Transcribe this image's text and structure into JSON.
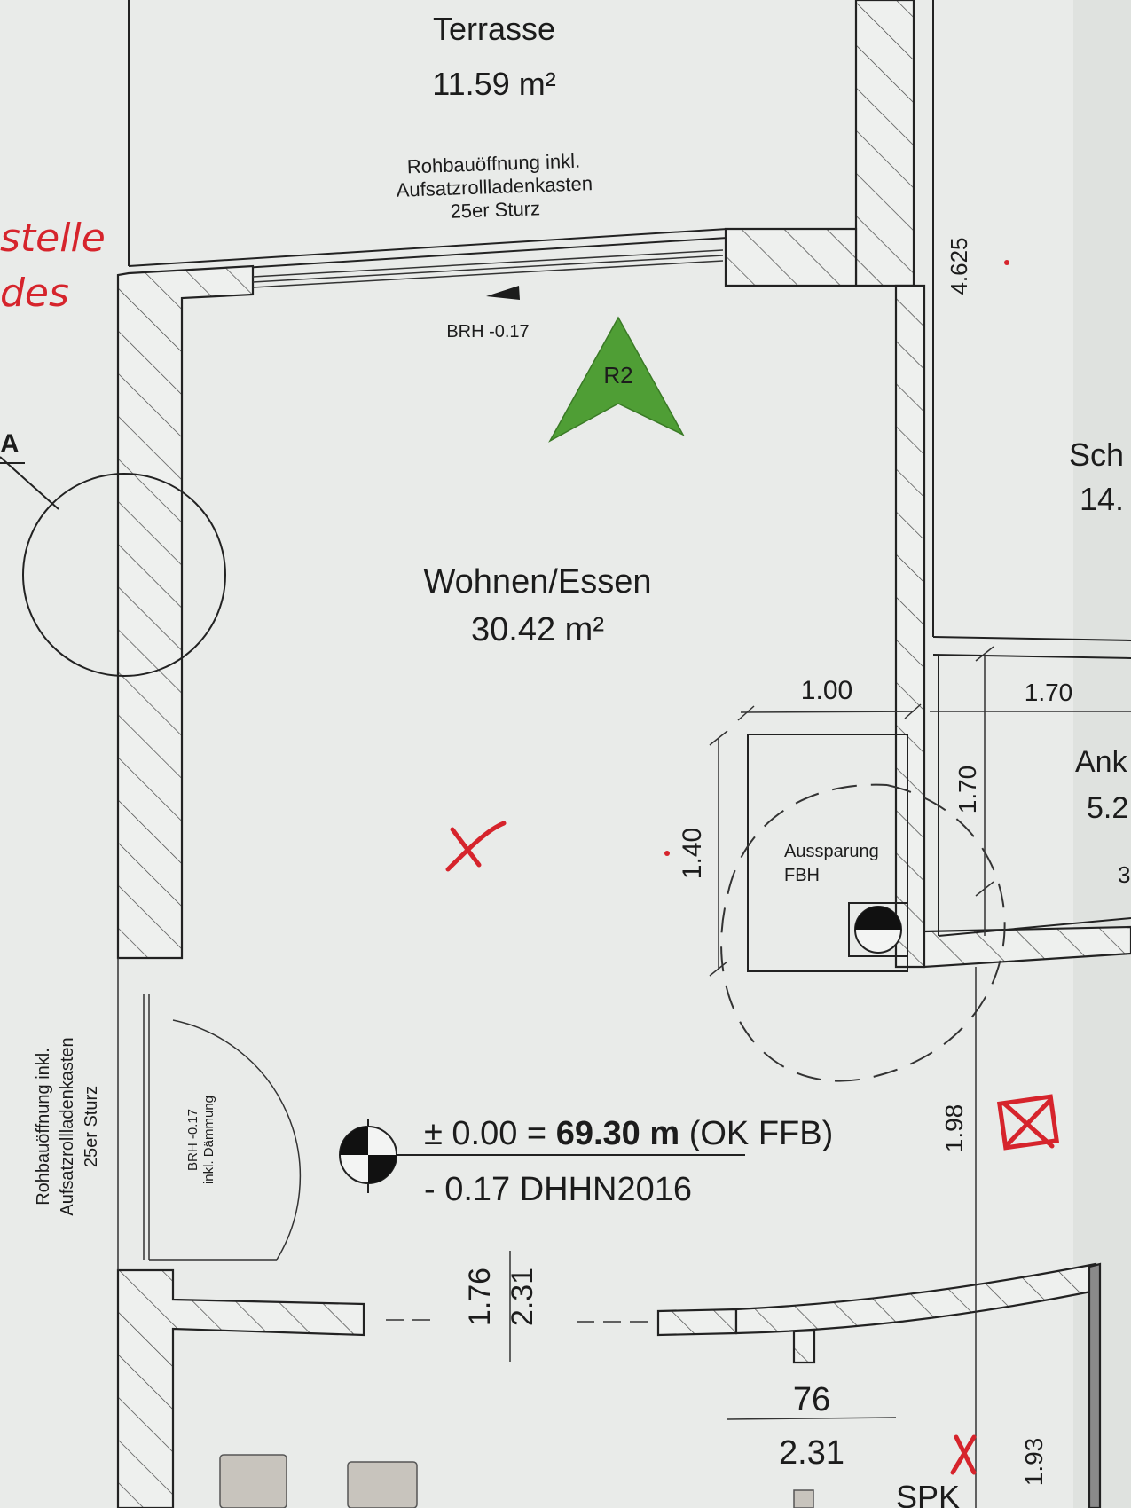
{
  "rooms": {
    "terrasse": {
      "name": "Terrasse",
      "area": "11.59 m²"
    },
    "wohnen": {
      "name": "Wohnen/Essen",
      "area": "30.42 m²"
    },
    "schlafen_partial": {
      "name": "Sch",
      "area": "14."
    },
    "ankleide_partial": {
      "name": "Ank",
      "area": "5.2",
      "extra": "3"
    }
  },
  "notes": {
    "top_opening": [
      "Rohbauöffnung inkl.",
      "Aufsatzrollladenkasten",
      "25er Sturz"
    ],
    "left_opening": [
      "Rohbauöffnung inkl.",
      "Aufsatzrollladenkasten",
      "25er Sturz"
    ],
    "brh_top": "BRH -0.17",
    "brh_left": [
      "BRH -0.17",
      "inkl. Dämmung"
    ],
    "aussparung": [
      "Aussparung",
      "FBH"
    ],
    "section_marker": "A",
    "view_marker": "R2"
  },
  "dimensions": {
    "wall_right": "4.625",
    "niche_width": "1.00",
    "niche_height": "1.40",
    "anbau_width": "1.70",
    "anbau_height": "1.70",
    "right_lower": "1.98",
    "door_width": "1.76",
    "door_height": "2.31",
    "door2_width": "76",
    "door2_height": "2.31",
    "right_bottom": "1.93"
  },
  "level": {
    "line1_prefix": "± 0.00 = ",
    "line1_bold": "69.30 m",
    "line1_suffix": " (OK FFB)",
    "line2": "- 0.17 DHHN2016"
  },
  "handwritten": {
    "left_top": "stelle",
    "left_bottom": "des",
    "bottom_label": "SPK"
  },
  "colors": {
    "paper": "#e9ebe9",
    "ink": "#1c1c1c",
    "marker_green": "#4f9e35",
    "annotation_red": "#d6242c"
  }
}
